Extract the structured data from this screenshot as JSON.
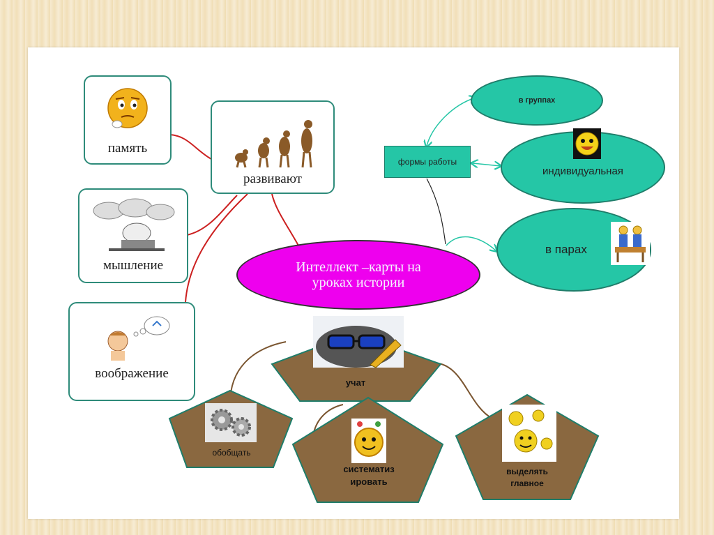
{
  "nodes": {
    "memory": "память",
    "develop": "развивают",
    "thinking": "мышление",
    "imagination": "воображение",
    "center": [
      "Интеллект –карты на",
      "уроках истории"
    ],
    "forms": "формы работы",
    "groups": "в группах",
    "individual": "индивидуальная",
    "pairs": "в парах",
    "teach": "учат",
    "generalize": "обобщать",
    "systematize": [
      "систематиз",
      "ировать"
    ],
    "highlight": [
      "выделять",
      "главное"
    ]
  },
  "icons": {
    "memory": "thinking-smiley-icon",
    "develop": "human-evolution-icon",
    "thinking": "brainstorm-cloud-icon",
    "imagination": "dreaming-person-icon",
    "individual": "smiley-icon",
    "pairs": "pair-work-icon",
    "teach": "glasses-pencil-icon",
    "generalize": "gears-icon",
    "systematize": "clock-smiley-icon",
    "highlight": "smiley-group-icon"
  },
  "colors": {
    "teal": "#25c6a6",
    "magenta": "#ee00ee",
    "brown": "#8a6840",
    "red_link": "#cc2020",
    "box_border": "#2e8b7a"
  }
}
